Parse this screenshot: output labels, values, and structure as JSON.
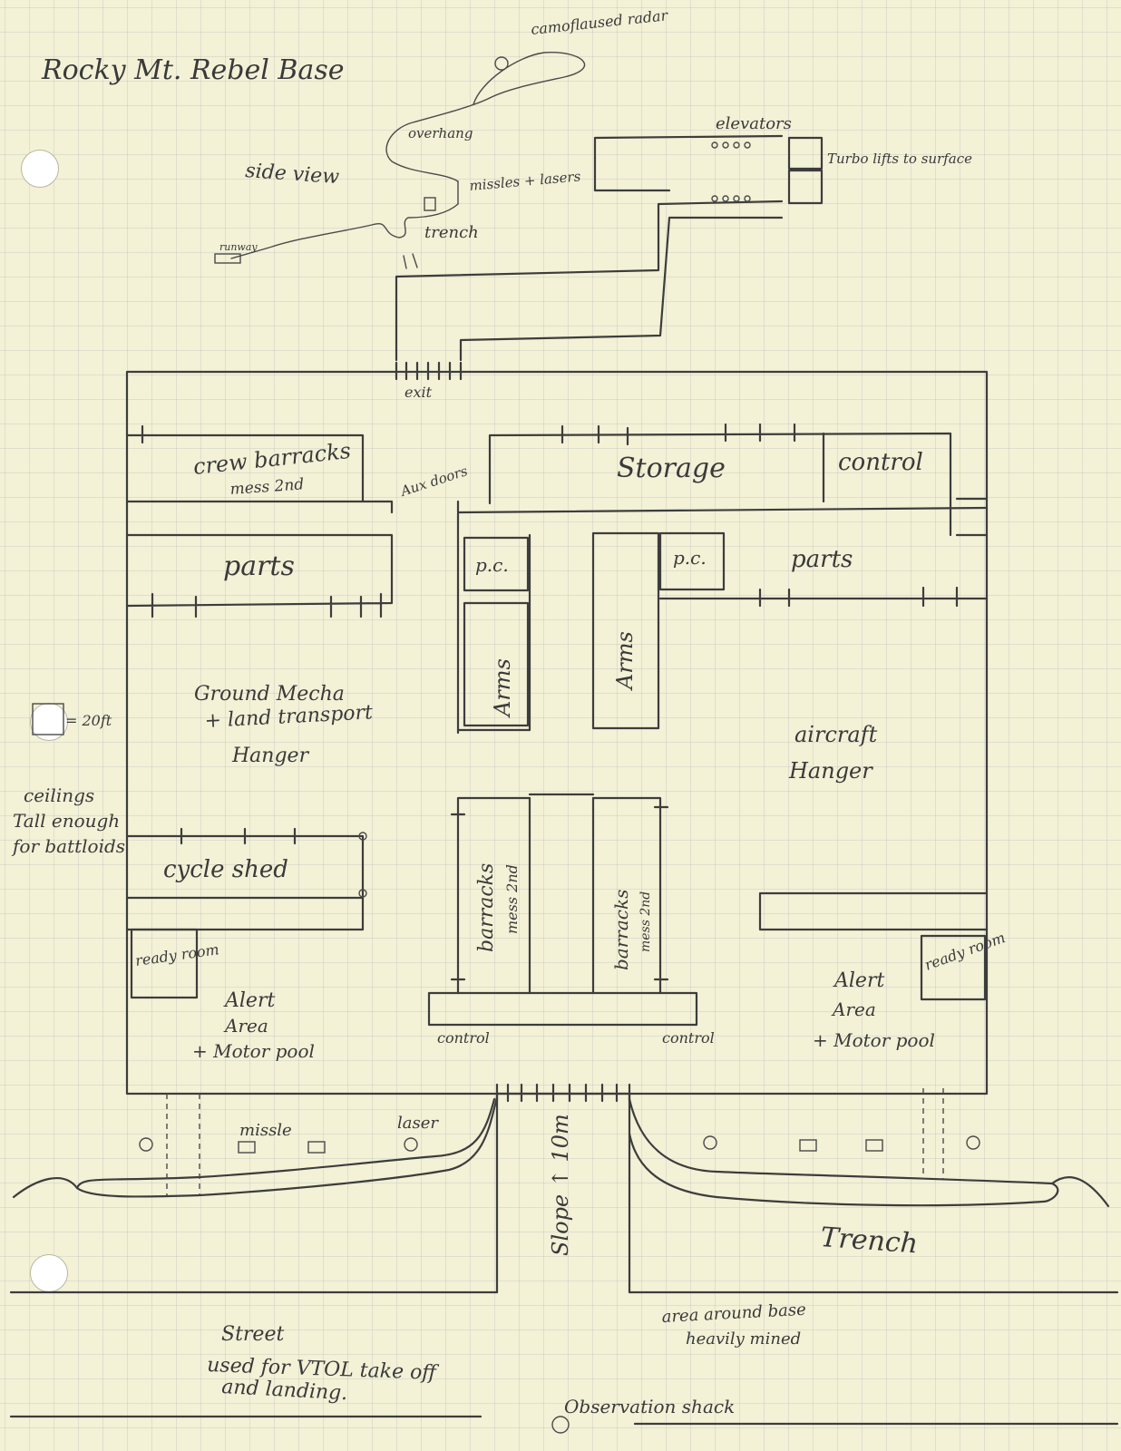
{
  "title": "Rocky Mt. Rebel Base",
  "side_view": {
    "label": "side view",
    "annotations": {
      "radar": "camoflaused radar",
      "overhang": "overhang",
      "weapons": "missles + lasers",
      "trench": "trench",
      "runway": "runway"
    }
  },
  "elevators": {
    "label": "elevators",
    "turbo": "Turbo lifts to surface"
  },
  "rooms": {
    "exit": "exit",
    "crew_barracks": "crew barracks",
    "crew_barracks_sub": "mess 2nd",
    "aux_doors": "Aux doors",
    "storage": "Storage",
    "control_top": "control",
    "parts_left": "parts",
    "pc_left": "p.c.",
    "arms_left": "Arms",
    "arms_right": "Arms",
    "pc_right": "p.c.",
    "parts_right": "parts",
    "ground_hangar": [
      "Ground Mecha",
      "+ land transport",
      "Hanger"
    ],
    "aircraft_hangar": [
      "aircraft",
      "Hanger"
    ],
    "cycle_shed": "cycle shed",
    "barracks_left": "barracks",
    "barracks_left_sub": "mess 2nd",
    "barracks_right": "barracks",
    "barracks_right_sub": "mess 2nd",
    "ready_room_left": "ready room",
    "ready_room_right": "ready room",
    "alert_left": [
      "Alert",
      "Area",
      "+ Motor pool"
    ],
    "alert_right": [
      "Alert",
      "Area",
      "+ Motor pool"
    ],
    "control_bl": "control",
    "control_br": "control"
  },
  "ceiling_note": {
    "height": "= 20ft",
    "text": [
      "ceilings",
      "Tall enough",
      "for battloids"
    ]
  },
  "outside": {
    "missle": "missle",
    "laser": "laser",
    "slope": "Slope ↑ 10m",
    "trench": "Trench",
    "street": [
      "Street",
      "used for VTOL take off",
      "and landing."
    ],
    "mined": [
      "area around base",
      "heavily mined"
    ],
    "shack": "Observation shack"
  }
}
